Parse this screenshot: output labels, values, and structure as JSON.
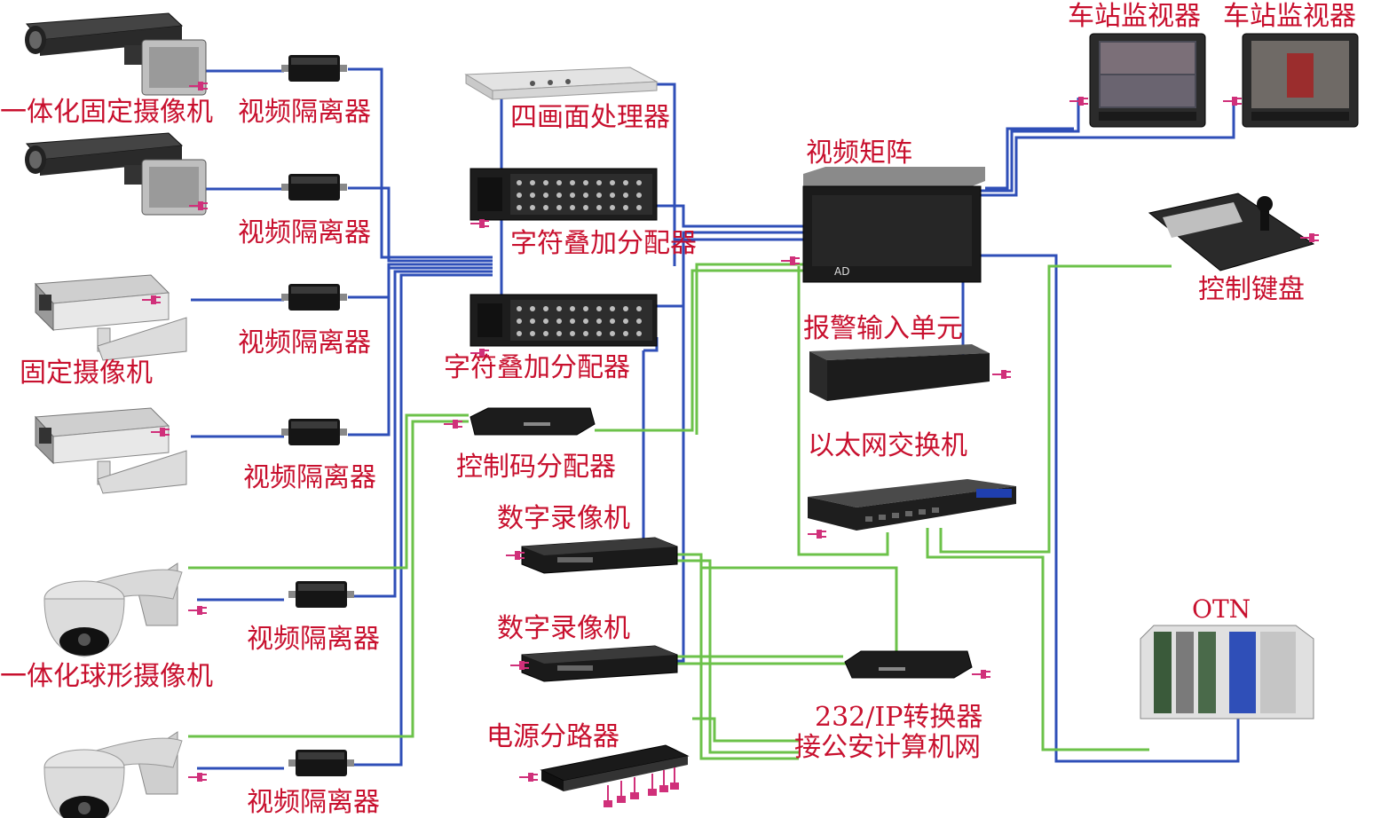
{
  "colors": {
    "label": "#c8102e",
    "video_wire": "#2f4fb8",
    "control_wire": "#6cc24a",
    "power_plug": "#d0307a"
  },
  "labels": {
    "cam_fixed_1": "一体化固定摄像机",
    "iso_1": "视频隔离器",
    "iso_2": "视频隔离器",
    "iso_3": "视频隔离器",
    "cam_fixed_2": "固定摄像机",
    "iso_4": "视频隔离器",
    "iso_5": "视频隔离器",
    "cam_dome": "一体化球形摄像机",
    "iso_6": "视频隔离器",
    "quad": "四画面处理器",
    "char_1": "字符叠加分配器",
    "char_2": "字符叠加分配器",
    "ctrl_dist": "控制码分配器",
    "dvr_1": "数字录像机",
    "dvr_2": "数字录像机",
    "power": "电源分路器",
    "matrix": "视频矩阵",
    "alarm": "报警输入单元",
    "switch": "以太网交换机",
    "converter_1": "232/IP转换器",
    "converter_2": "接公安计算机网",
    "monitor_1": "车站监视器",
    "monitor_2": "车站监视器",
    "keyboard": "控制键盘",
    "otn": "OTN"
  }
}
